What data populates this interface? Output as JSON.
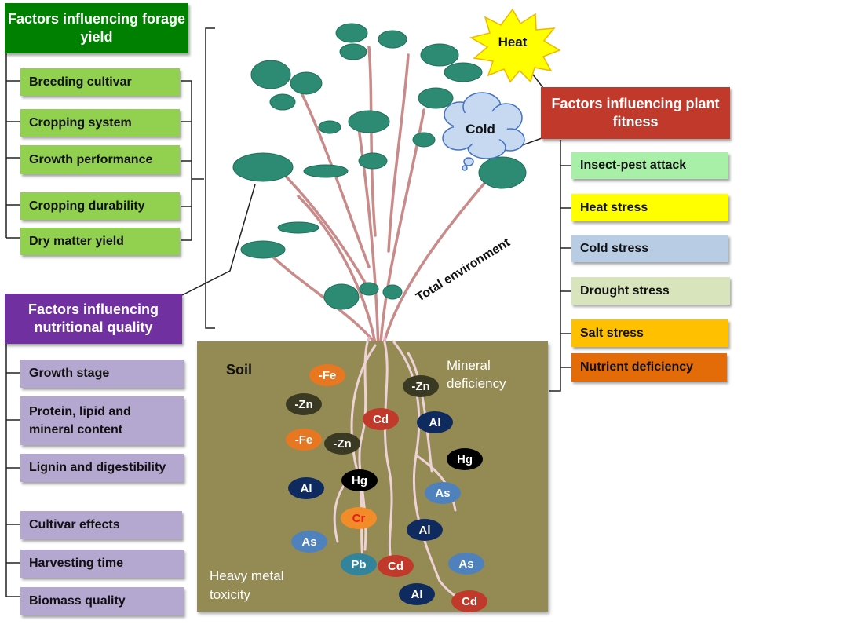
{
  "forage": {
    "title": "Factors influencing forage yield",
    "items": [
      "Breeding cultivar",
      "Cropping system",
      "Growth performance",
      "Cropping durability",
      "Dry matter yield"
    ]
  },
  "nutrition": {
    "title": "Factors influencing nutritional quality",
    "items": [
      "Growth stage",
      "Protein, lipid and mineral content",
      "Lignin and digestibility",
      "Cultivar effects",
      "Harvesting time",
      "Biomass quality"
    ]
  },
  "fitness": {
    "title": "Factors influencing plant fitness",
    "items": [
      "Insect-pest attack",
      "Heat stress",
      "Cold stress",
      "Drought stress",
      "Salt stress",
      "Nutrient deficiency"
    ]
  },
  "weather": {
    "heat": "Heat",
    "cold": "Cold"
  },
  "environment_label": "Total environment",
  "soil": {
    "label": "Soil",
    "mineral_label": "Mineral deficiency",
    "toxicity_label": "Heavy metal toxicity",
    "ions": [
      "-Fe",
      "-Zn",
      "-Zn",
      "-Fe",
      "-Zn",
      "Cd",
      "Al",
      "Hg",
      "Al",
      "Hg",
      "As",
      "Cr",
      "Al",
      "As",
      "Pb",
      "Cd",
      "As",
      "Al",
      "Cd"
    ]
  },
  "colors": {
    "forage_header": "#008000",
    "forage_item": "#92d050",
    "nutrition_header": "#7030a0",
    "nutrition_item": "#b4a7d0",
    "fitness_header": "#c0392b",
    "soil": "#948a54"
  }
}
